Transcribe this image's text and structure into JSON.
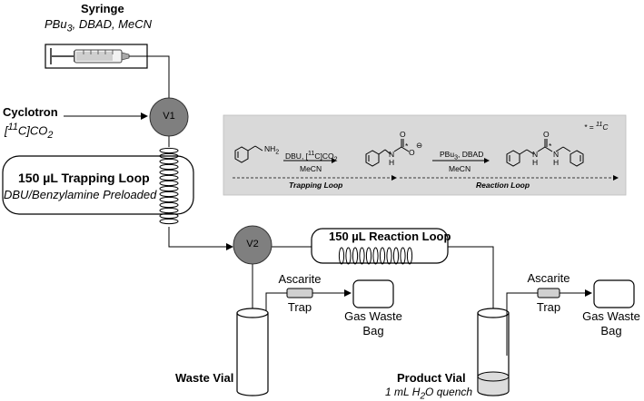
{
  "syringe": {
    "title": "Syringe",
    "reagents_html": "PBu<sub>3</sub>, DBAD, MeCN"
  },
  "cyclotron": {
    "title": "Cyclotron",
    "product_html": "[<sup>11</sup>C]CO<sub>2</sub>"
  },
  "valves": {
    "v1": "V1",
    "v2": "V2"
  },
  "trapping_loop": {
    "title": "150 µL Trapping Loop",
    "subtitle": "DBU/Benzylamine Preloaded"
  },
  "reaction_loop": {
    "title": "150 µL Reaction Loop"
  },
  "scheme": {
    "isotope_note_html": "* = <sup>11</sup>C",
    "step1_reagents_html": "DBU, [<sup>11</sup>C]CO<sub>2</sub>",
    "step1_solvent": "MeCN",
    "step2_reagents_html": "PBu<sub>3</sub>, DBAD",
    "step2_solvent": "MeCN",
    "nh2_html": "NH<sub>2</sub>",
    "atom_o": "O",
    "atom_n": "N",
    "atom_h": "H",
    "charge": "⊖",
    "star": "*",
    "phase1": "Trapping Loop",
    "phase2": "Reaction Loop"
  },
  "left_branch": {
    "trap_label_line1": "Ascarite",
    "trap_label_line2": "Trap",
    "bag_label_line1": "Gas Waste",
    "bag_label_line2": "Bag",
    "vial_label": "Waste Vial"
  },
  "right_branch": {
    "trap_label_line1": "Ascarite",
    "trap_label_line2": "Trap",
    "bag_label_line1": "Gas Waste",
    "bag_label_line2": "Bag",
    "vial_label": "Product Vial",
    "quench_html": "1 mL H<sub>2</sub>O quench"
  }
}
